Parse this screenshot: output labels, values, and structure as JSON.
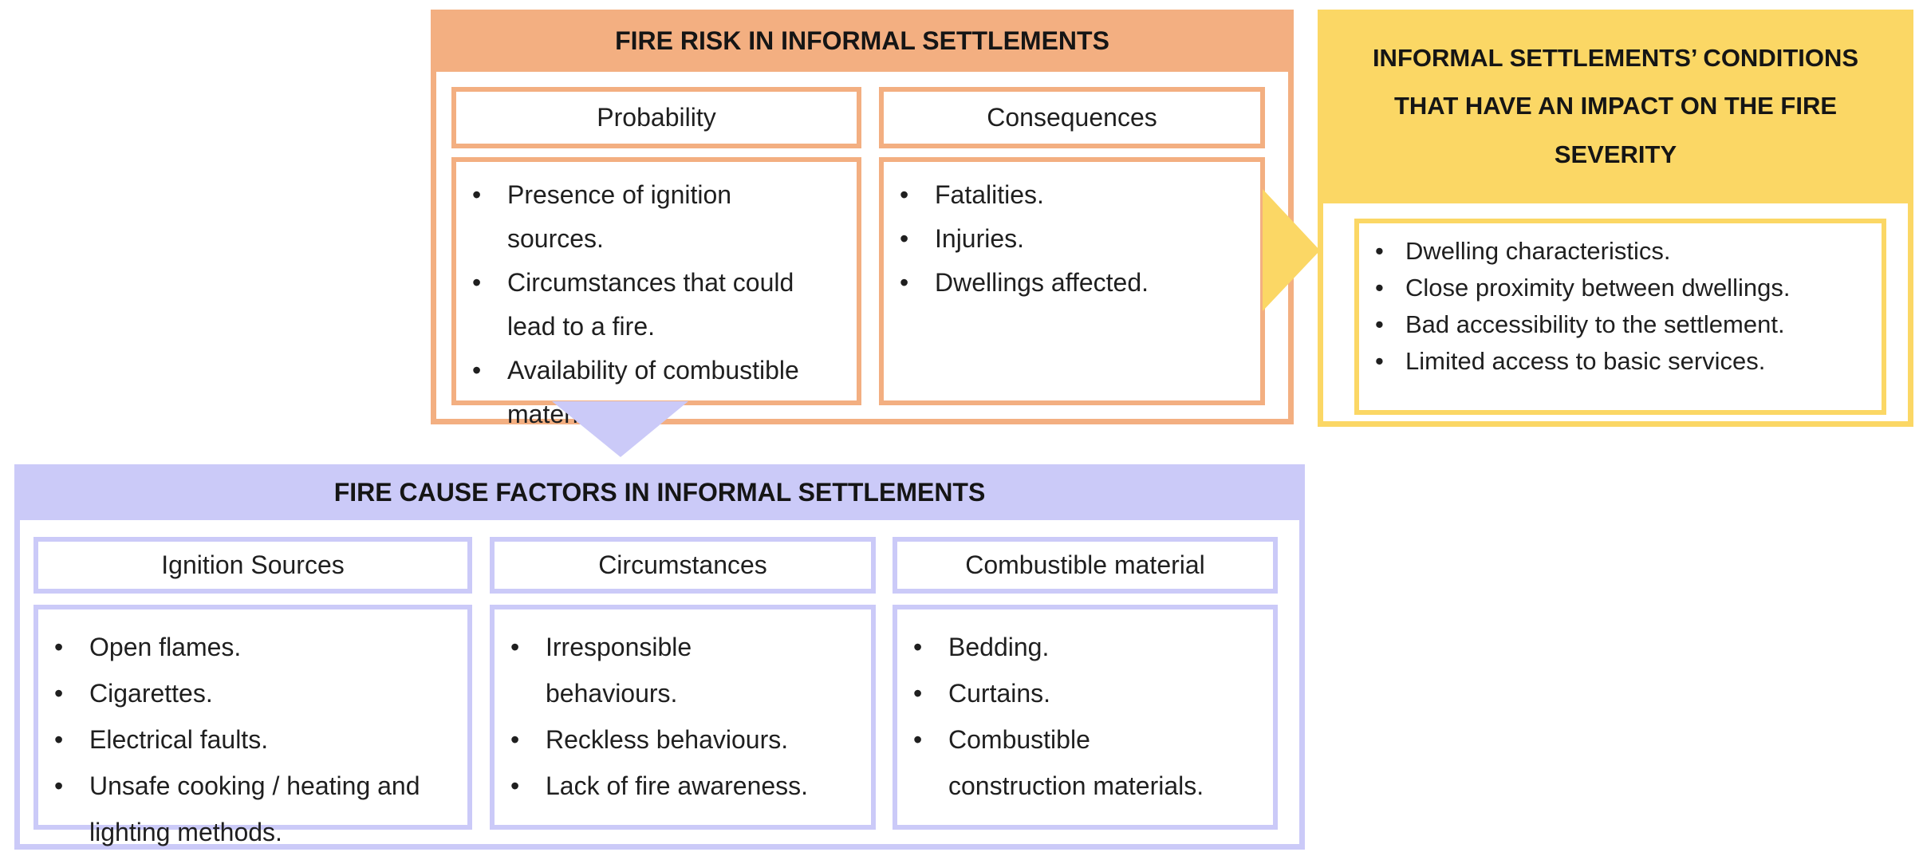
{
  "colors": {
    "orange": "#F3AF81",
    "yellow": "#FBD765",
    "purple": "#CBCAF8",
    "text": "#1F1F1F",
    "background": "#FFFFFF"
  },
  "fire_risk": {
    "title": "FIRE RISK IN INFORMAL SETTLEMENTS",
    "columns": [
      {
        "header": "Probability",
        "bullets": [
          "Presence of ignition\nsources.",
          "Circumstances that could\nlead to a fire.",
          "Availability of combustible\nmaterial."
        ]
      },
      {
        "header": "Consequences",
        "bullets": [
          "Fatalities.",
          "Injuries.",
          "Dwellings affected."
        ]
      }
    ]
  },
  "severity": {
    "title": "INFORMAL SETTLEMENTS’ CONDITIONS\nTHAT HAVE AN IMPACT ON THE FIRE\nSEVERITY",
    "bullets": [
      "Dwelling characteristics.",
      "Close proximity between dwellings.",
      "Bad accessibility to the settlement.",
      "Limited access to basic services."
    ]
  },
  "fire_causes": {
    "title": "FIRE CAUSE FACTORS IN INFORMAL SETTLEMENTS",
    "columns": [
      {
        "header": "Ignition Sources",
        "bullets": [
          "Open flames.",
          "Cigarettes.",
          "Electrical faults.",
          "Unsafe cooking / heating and\nlighting methods."
        ]
      },
      {
        "header": "Circumstances",
        "bullets": [
          "Irresponsible\nbehaviours.",
          "Reckless behaviours.",
          "Lack of fire awareness."
        ]
      },
      {
        "header": "Combustible material",
        "bullets": [
          "Bedding.",
          "Curtains.",
          "Combustible\nconstruction materials."
        ]
      }
    ]
  },
  "icons": {
    "right_arrow": "yellow triangle pointing right from fire-risk box to severity box",
    "down_arrow": "purple triangle pointing down from fire-risk box to fire-cause box"
  }
}
